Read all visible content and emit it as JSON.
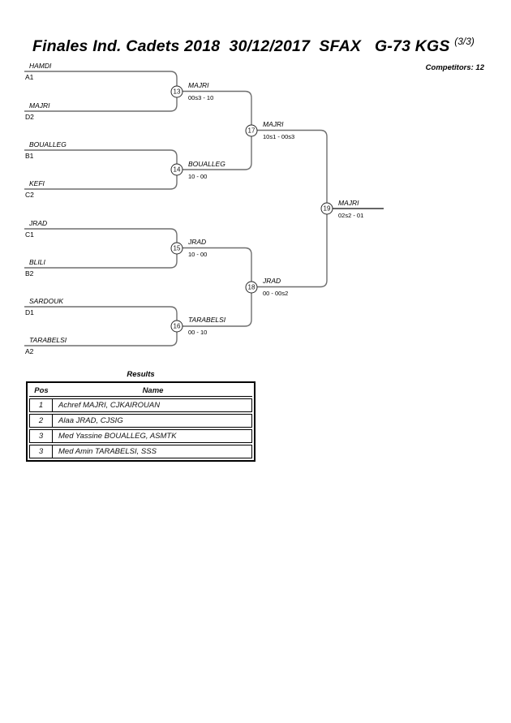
{
  "header": {
    "title": "Finales Ind. Cadets 2018  30/12/2017  SFAX   G-73 KGS ",
    "sheet": "(3/3)",
    "competitors": "Competitors: 12"
  },
  "bracket": {
    "entries": [
      {
        "name": "HAMDI",
        "seed": "A1"
      },
      {
        "name": "MAJRI",
        "seed": "D2"
      },
      {
        "name": "BOUALLEG",
        "seed": "B1"
      },
      {
        "name": "KEFI",
        "seed": "C2"
      },
      {
        "name": "JRAD",
        "seed": "C1"
      },
      {
        "name": "BLILI",
        "seed": "B2"
      },
      {
        "name": "SARDOUK",
        "seed": "D1"
      },
      {
        "name": "TARABELSI",
        "seed": "A2"
      }
    ],
    "matches": [
      {
        "number": "13",
        "winner": "MAJRI",
        "score": "00s3 - 10"
      },
      {
        "number": "14",
        "winner": "BOUALLEG",
        "score": "10 - 00"
      },
      {
        "number": "15",
        "winner": "JRAD",
        "score": "10 - 00"
      },
      {
        "number": "16",
        "winner": "TARABELSI",
        "score": "00 - 10"
      },
      {
        "number": "17",
        "winner": "MAJRI",
        "score": "10s1 - 00s3"
      },
      {
        "number": "18",
        "winner": "JRAD",
        "score": "00 - 00s2"
      },
      {
        "number": "19",
        "winner": "MAJRI",
        "score": "02s2 - 01"
      }
    ],
    "line_color": "#6f6f6f",
    "final_line_color": "#333333"
  },
  "results": {
    "title": "Results",
    "columns": {
      "pos": "Pos",
      "name": "Name"
    },
    "rows": [
      {
        "pos": "1",
        "name": "Achref MAJRI, CJKAIROUAN"
      },
      {
        "pos": "2",
        "name": "Alaa JRAD, CJSIG"
      },
      {
        "pos": "3",
        "name": "Med Yassine BOUALLEG, ASMTK"
      },
      {
        "pos": "3",
        "name": "Med Amin TARABELSI, SSS"
      }
    ]
  }
}
